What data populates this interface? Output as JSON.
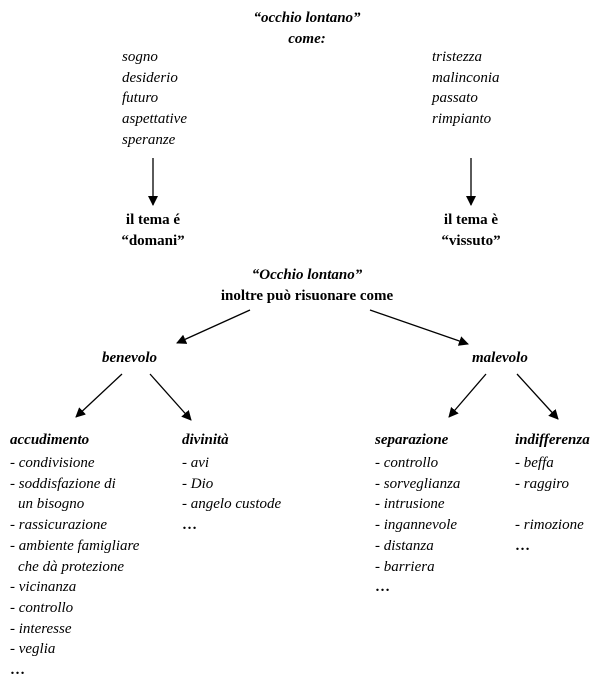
{
  "top_title": {
    "line1": "“occhio lontano”",
    "line2": "come:"
  },
  "left_words": [
    "sogno",
    "desiderio",
    "futuro",
    "aspettative",
    "speranze"
  ],
  "right_words": [
    "tristezza",
    "malinconia",
    "passato",
    "rimpianto"
  ],
  "left_result": {
    "line1": "il tema é",
    "line2": "“domani”"
  },
  "right_result": {
    "line1": "il tema è",
    "line2": "“vissuto”"
  },
  "middle": {
    "title": "“Occhio lontano”",
    "subtitle": "inoltre può risuonare come"
  },
  "benevolo": "benevolo",
  "malevolo": "malevolo",
  "accudimento": {
    "heading": "accudimento",
    "items": [
      "- condivisione",
      "- soddisfazione di",
      "  un bisogno",
      "- rassicurazione",
      "- ambiente famigliare",
      "  che dà protezione",
      "- vicinanza",
      "- controllo",
      "- interesse",
      "- veglia"
    ],
    "ellipsis": "…"
  },
  "divinita": {
    "heading": "divinità",
    "items": [
      "- avi",
      "- Dio",
      "- angelo custode"
    ],
    "ellipsis": "…"
  },
  "separazione": {
    "heading": "separazione",
    "items": [
      "- controllo",
      "- sorveglianza",
      "- intrusione",
      "- ingannevole",
      "- distanza",
      "- barriera"
    ],
    "ellipsis": "…"
  },
  "indifferenza": {
    "heading": "indifferenza",
    "items": [
      "- beffa",
      "- raggiro",
      "",
      "- rimozione"
    ],
    "ellipsis": "…"
  }
}
